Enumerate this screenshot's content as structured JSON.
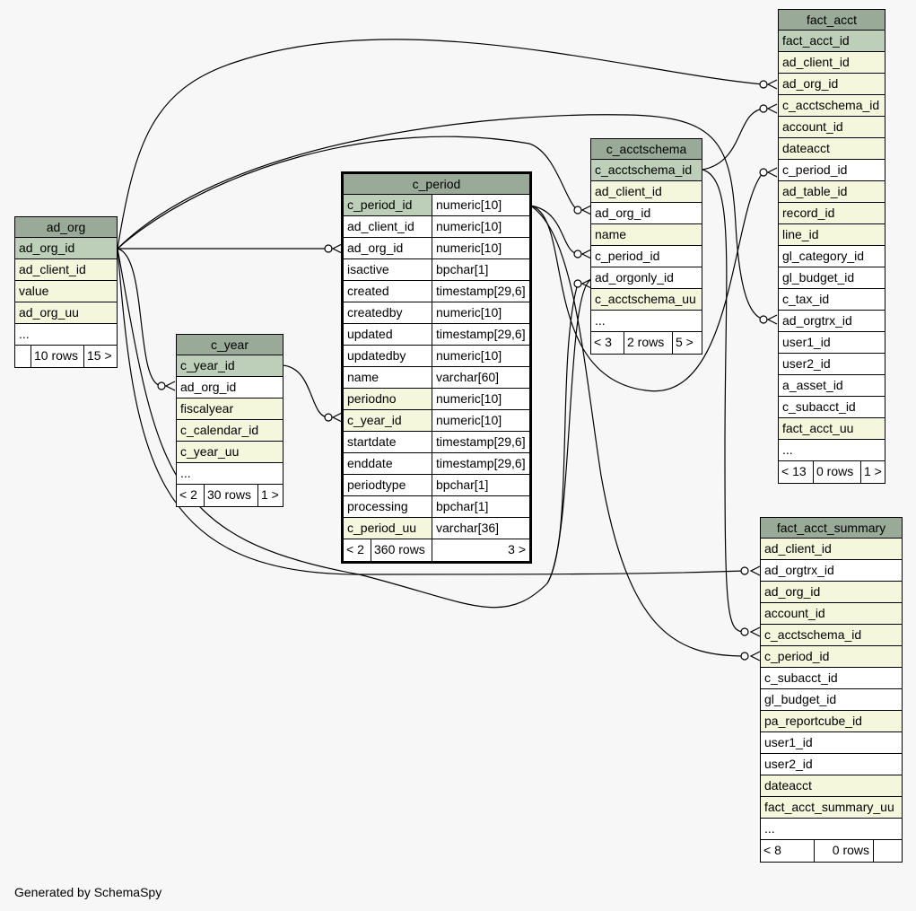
{
  "tables": {
    "ad_org": {
      "name": "ad_org",
      "columns": [
        {
          "name": "ad_org_id",
          "kind": "pk"
        },
        {
          "name": "ad_client_id",
          "kind": "idx"
        },
        {
          "name": "value",
          "kind": "idx"
        },
        {
          "name": "ad_org_uu",
          "kind": "idx"
        },
        {
          "name": "...",
          "kind": "plain"
        }
      ],
      "footer": [
        "",
        "10 rows",
        "15 >"
      ]
    },
    "c_year": {
      "name": "c_year",
      "columns": [
        {
          "name": "c_year_id",
          "kind": "pk"
        },
        {
          "name": "ad_org_id",
          "kind": "plain"
        },
        {
          "name": "fiscalyear",
          "kind": "idx"
        },
        {
          "name": "c_calendar_id",
          "kind": "idx"
        },
        {
          "name": "c_year_uu",
          "kind": "idx"
        },
        {
          "name": "...",
          "kind": "plain"
        }
      ],
      "footer": [
        "< 2",
        "30 rows",
        "1 >"
      ]
    },
    "c_period": {
      "name": "c_period",
      "columns": [
        {
          "name": "c_period_id",
          "type": "numeric[10]",
          "kind": "pk"
        },
        {
          "name": "ad_client_id",
          "type": "numeric[10]",
          "kind": "plain"
        },
        {
          "name": "ad_org_id",
          "type": "numeric[10]",
          "kind": "plain"
        },
        {
          "name": "isactive",
          "type": "bpchar[1]",
          "kind": "plain"
        },
        {
          "name": "created",
          "type": "timestamp[29,6]",
          "kind": "plain"
        },
        {
          "name": "createdby",
          "type": "numeric[10]",
          "kind": "plain"
        },
        {
          "name": "updated",
          "type": "timestamp[29,6]",
          "kind": "plain"
        },
        {
          "name": "updatedby",
          "type": "numeric[10]",
          "kind": "plain"
        },
        {
          "name": "name",
          "type": "varchar[60]",
          "kind": "plain"
        },
        {
          "name": "periodno",
          "type": "numeric[10]",
          "kind": "idx"
        },
        {
          "name": "c_year_id",
          "type": "numeric[10]",
          "kind": "idx"
        },
        {
          "name": "startdate",
          "type": "timestamp[29,6]",
          "kind": "plain"
        },
        {
          "name": "enddate",
          "type": "timestamp[29,6]",
          "kind": "plain"
        },
        {
          "name": "periodtype",
          "type": "bpchar[1]",
          "kind": "plain"
        },
        {
          "name": "processing",
          "type": "bpchar[1]",
          "kind": "plain"
        },
        {
          "name": "c_period_uu",
          "type": "varchar[36]",
          "kind": "idx"
        }
      ],
      "footer": [
        "< 2",
        "360 rows",
        "3 >"
      ]
    },
    "c_acctschema": {
      "name": "c_acctschema",
      "columns": [
        {
          "name": "c_acctschema_id",
          "kind": "pk"
        },
        {
          "name": "ad_client_id",
          "kind": "idx"
        },
        {
          "name": "ad_org_id",
          "kind": "plain"
        },
        {
          "name": "name",
          "kind": "idx"
        },
        {
          "name": "c_period_id",
          "kind": "plain"
        },
        {
          "name": "ad_orgonly_id",
          "kind": "plain"
        },
        {
          "name": "c_acctschema_uu",
          "kind": "idx"
        },
        {
          "name": "...",
          "kind": "plain"
        }
      ],
      "footer": [
        "< 3",
        "2 rows",
        "5 >"
      ]
    },
    "fact_acct": {
      "name": "fact_acct",
      "columns": [
        {
          "name": "fact_acct_id",
          "kind": "pk"
        },
        {
          "name": "ad_client_id",
          "kind": "idx"
        },
        {
          "name": "ad_org_id",
          "kind": "idx"
        },
        {
          "name": "c_acctschema_id",
          "kind": "idx"
        },
        {
          "name": "account_id",
          "kind": "idx"
        },
        {
          "name": "dateacct",
          "kind": "idx"
        },
        {
          "name": "c_period_id",
          "kind": "plain"
        },
        {
          "name": "ad_table_id",
          "kind": "idx"
        },
        {
          "name": "record_id",
          "kind": "idx"
        },
        {
          "name": "line_id",
          "kind": "idx"
        },
        {
          "name": "gl_category_id",
          "kind": "plain"
        },
        {
          "name": "gl_budget_id",
          "kind": "plain"
        },
        {
          "name": "c_tax_id",
          "kind": "plain"
        },
        {
          "name": "ad_orgtrx_id",
          "kind": "plain"
        },
        {
          "name": "user1_id",
          "kind": "plain"
        },
        {
          "name": "user2_id",
          "kind": "plain"
        },
        {
          "name": "a_asset_id",
          "kind": "plain"
        },
        {
          "name": "c_subacct_id",
          "kind": "plain"
        },
        {
          "name": "fact_acct_uu",
          "kind": "idx"
        },
        {
          "name": "...",
          "kind": "plain"
        }
      ],
      "footer": [
        "< 13",
        "0 rows",
        "1 >"
      ]
    },
    "fact_acct_summary": {
      "name": "fact_acct_summary",
      "columns": [
        {
          "name": "ad_client_id",
          "kind": "idx"
        },
        {
          "name": "ad_orgtrx_id",
          "kind": "plain"
        },
        {
          "name": "ad_org_id",
          "kind": "idx"
        },
        {
          "name": "account_id",
          "kind": "idx"
        },
        {
          "name": "c_acctschema_id",
          "kind": "idx"
        },
        {
          "name": "c_period_id",
          "kind": "idx"
        },
        {
          "name": "c_subacct_id",
          "kind": "plain"
        },
        {
          "name": "gl_budget_id",
          "kind": "plain"
        },
        {
          "name": "pa_reportcube_id",
          "kind": "idx"
        },
        {
          "name": "user1_id",
          "kind": "plain"
        },
        {
          "name": "user2_id",
          "kind": "plain"
        },
        {
          "name": "dateacct",
          "kind": "idx"
        },
        {
          "name": "fact_acct_summary_uu",
          "kind": "idx"
        },
        {
          "name": "...",
          "kind": "plain"
        }
      ],
      "footer": [
        "< 8",
        "0 rows",
        ""
      ]
    }
  },
  "colors": {
    "header": "#9aaa98",
    "primary_key": "#bdcfb8",
    "indexed": "#f4f7dc",
    "background": "#f7f7f7"
  },
  "footer_note": "Generated by SchemaSpy"
}
